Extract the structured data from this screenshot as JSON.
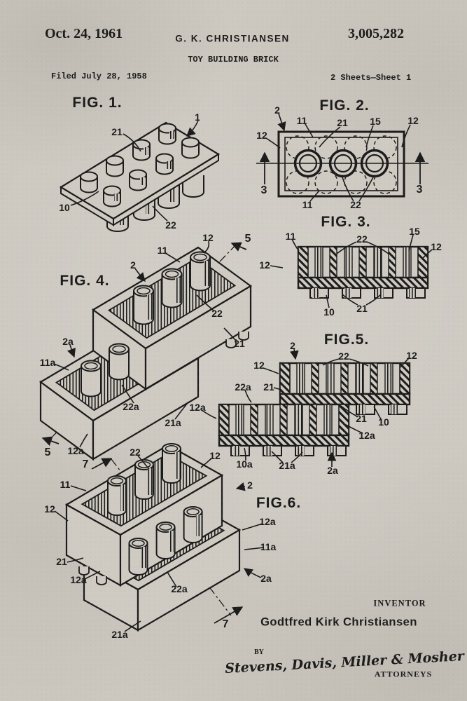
{
  "colors": {
    "paper": "#cfcbc2",
    "ink": "#1c1c1c"
  },
  "header": {
    "date": "Oct. 24, 1961",
    "inventor_abbrev": "G. K. CHRISTIANSEN",
    "doc_title": "TOY BUILDING BRICK",
    "patent_number": "3,005,282",
    "filed": "Filed July 28, 1958",
    "sheet": "2 Sheets—Sheet 1"
  },
  "figures": {
    "fig1": {
      "title": "FIG. 1.",
      "labels": [
        "1",
        "21",
        "10",
        "22"
      ]
    },
    "fig2": {
      "title": "FIG. 2.",
      "labels": [
        "2",
        "11",
        "21",
        "15",
        "12",
        "12",
        "3",
        "3",
        "11",
        "22"
      ]
    },
    "fig3": {
      "title": "FIG. 3.",
      "labels": [
        "11",
        "22",
        "15",
        "12",
        "12",
        "10",
        "21"
      ]
    },
    "fig4": {
      "title": "FIG. 4.",
      "labels": [
        "12",
        "5",
        "11",
        "2",
        "22",
        "21",
        "2a",
        "11a",
        "22a",
        "21a",
        "12a",
        "5"
      ]
    },
    "fig5": {
      "title": "FIG.5.",
      "labels": [
        "2",
        "22",
        "12",
        "12",
        "22a",
        "21",
        "12a",
        "21",
        "10",
        "12a",
        "10a",
        "21a",
        "2a"
      ]
    },
    "fig6": {
      "title": "FIG.6.",
      "labels": [
        "7",
        "22",
        "12",
        "11",
        "2",
        "12",
        "12a",
        "11a",
        "2a",
        "21",
        "12a",
        "22a",
        "21a",
        "7"
      ]
    }
  },
  "footer": {
    "inventor_caption": "INVENTOR",
    "inventor_name": "Godtfred Kirk Christiansen",
    "by_label": "BY",
    "signature": "Stevens, Davis, Miller & Mosher",
    "attorneys_label": "ATTORNEYS"
  }
}
